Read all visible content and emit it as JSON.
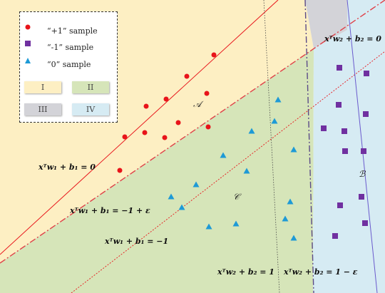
{
  "legend": {
    "items": [
      {
        "label": "“+1” sample",
        "marker": "circle",
        "color": "#e8141a"
      },
      {
        "label": "“-1” sample",
        "marker": "square",
        "color": "#7030a0"
      },
      {
        "label": "“0” sample",
        "marker": "triangle",
        "color": "#1e9ad6"
      }
    ],
    "regions": [
      {
        "label": "I",
        "color": "#fdefc3"
      },
      {
        "label": "II",
        "color": "#d6e5b9"
      },
      {
        "label": "III",
        "color": "#d3d3d8"
      },
      {
        "label": "IV",
        "color": "#d6ebf3"
      }
    ]
  },
  "equations": {
    "eq1": "xᵀw₁ + b₁ = 0",
    "eq2": "xᵀw₁ + b₁ = −1 + ε",
    "eq3": "xᵀw₁ + b₁ = −1",
    "eq4": "xᵀw₂ + b₂ = 0",
    "eq5": "xᵀw₂ + b₂ = 1",
    "eq6": "xᵀw₂ + b₂ = 1 − ε"
  },
  "region_labels": {
    "A": "𝒜",
    "B": "ℬ",
    "C": "𝒞"
  },
  "colors": {
    "plus_one": "#e8141a",
    "minus_one": "#7030a0",
    "zero": "#1e9ad6",
    "region_I": "#fdefc3",
    "region_II": "#d6e5b9",
    "region_III": "#d3d3d8",
    "region_IV": "#d6ebf3"
  },
  "samples": {
    "plus_one": [
      [
        300,
        77
      ],
      [
        262,
        107
      ],
      [
        290,
        131
      ],
      [
        233,
        139
      ],
      [
        205,
        149
      ],
      [
        250,
        172
      ],
      [
        203,
        186
      ],
      [
        292,
        178
      ],
      [
        175,
        192
      ],
      [
        231,
        193
      ],
      [
        168,
        239
      ]
    ],
    "minus_one": [
      [
        476,
        95
      ],
      [
        514,
        103
      ],
      [
        475,
        147
      ],
      [
        513,
        160
      ],
      [
        454,
        180
      ],
      [
        483,
        184
      ],
      [
        510,
        212
      ],
      [
        484,
        212
      ],
      [
        507,
        276
      ],
      [
        477,
        288
      ],
      [
        512,
        313
      ],
      [
        470,
        331
      ]
    ],
    "zero": [
      [
        390,
        140
      ],
      [
        385,
        170
      ],
      [
        353,
        184
      ],
      [
        313,
        218
      ],
      [
        412,
        210
      ],
      [
        346,
        240
      ],
      [
        275,
        259
      ],
      [
        240,
        276
      ],
      [
        407,
        283
      ],
      [
        255,
        291
      ],
      [
        331,
        314
      ],
      [
        293,
        318
      ],
      [
        400,
        307
      ],
      [
        412,
        334
      ]
    ]
  }
}
